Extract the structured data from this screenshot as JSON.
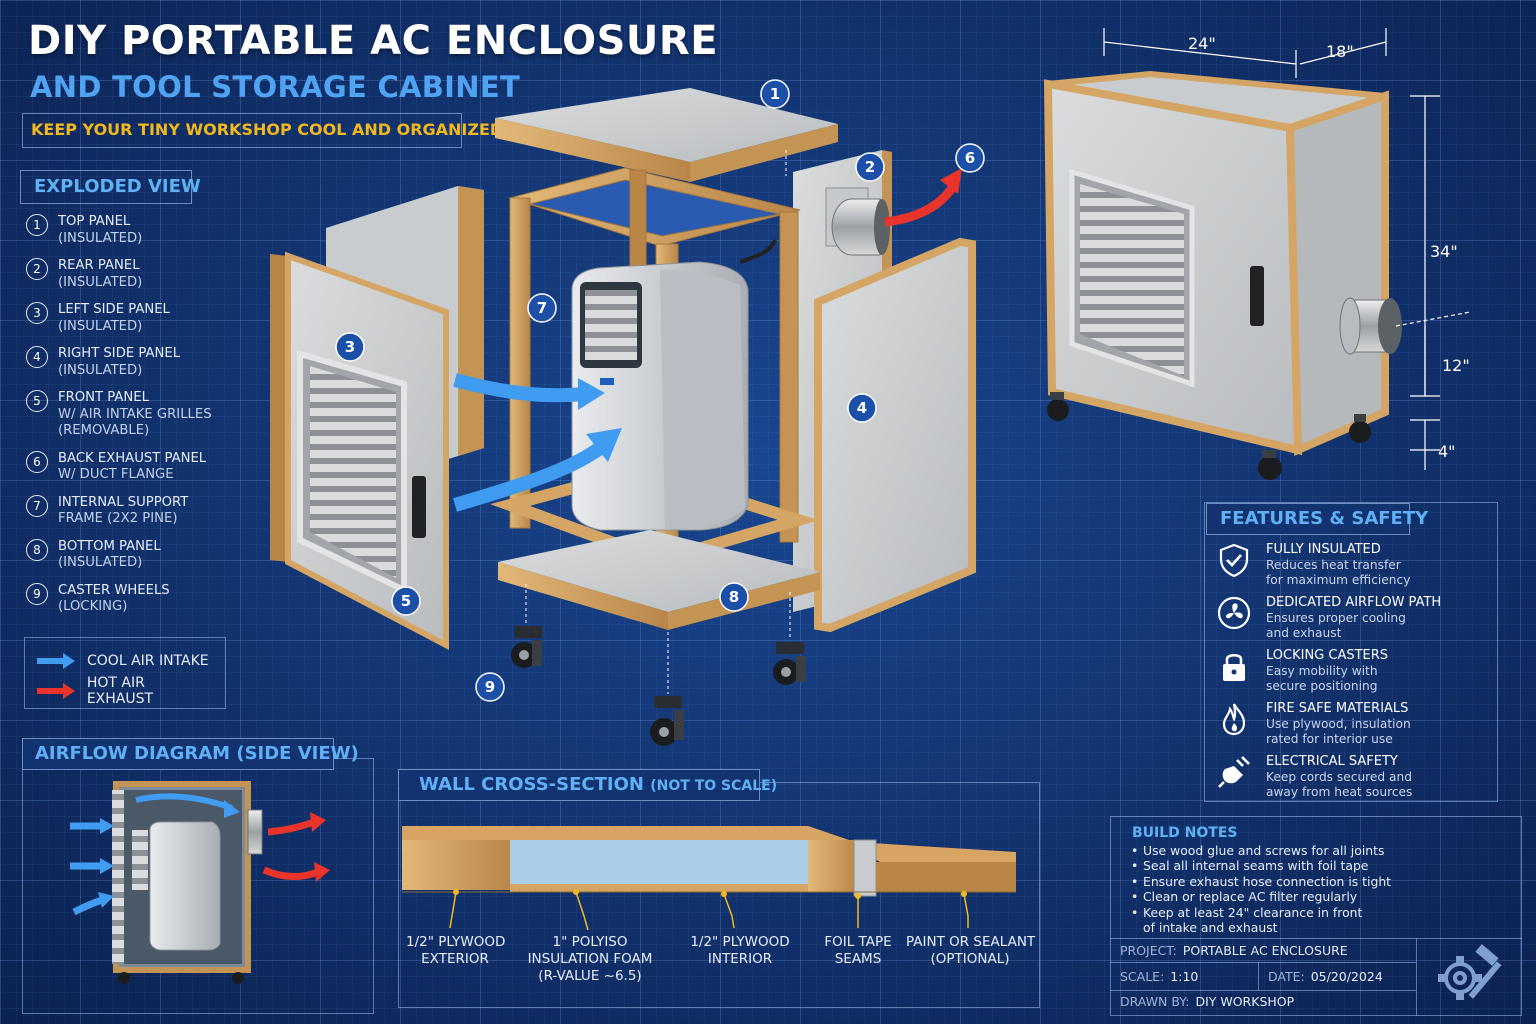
{
  "header": {
    "title": "DIY PORTABLE AC ENCLOSURE",
    "subtitle": "AND TOOL STORAGE CABINET",
    "tagline": "KEEP YOUR TINY WORKSHOP COOL AND ORGANIZED"
  },
  "exploded": {
    "heading": "EXPLODED VIEW",
    "parts": [
      {
        "num": "1",
        "name": "TOP PANEL",
        "note": "(INSULATED)"
      },
      {
        "num": "2",
        "name": "REAR PANEL",
        "note": "(INSULATED)"
      },
      {
        "num": "3",
        "name": "LEFT SIDE PANEL",
        "note": "(INSULATED)"
      },
      {
        "num": "4",
        "name": "RIGHT SIDE PANEL",
        "note": "(INSULATED)"
      },
      {
        "num": "5",
        "name": "FRONT PANEL",
        "name2": "W/ AIR INTAKE GRILLES",
        "note": "(REMOVABLE)"
      },
      {
        "num": "6",
        "name": "BACK EXHAUST PANEL",
        "note": "W/ DUCT FLANGE"
      },
      {
        "num": "7",
        "name": "INTERNAL SUPPORT",
        "note": "FRAME (2x2 PINE)"
      },
      {
        "num": "8",
        "name": "BOTTOM PANEL",
        "note": "(INSULATED)"
      },
      {
        "num": "9",
        "name": "CASTER WHEELS",
        "note": "(LOCKING)"
      }
    ],
    "callouts": [
      "1",
      "2",
      "3",
      "4",
      "5",
      "6",
      "7",
      "8",
      "9"
    ]
  },
  "arrow_legend": {
    "cool": "COOL AIR INTAKE",
    "hot": "HOT AIR EXHAUST",
    "cool_color": "#3f9cf0",
    "hot_color": "#e8342a"
  },
  "airflow": {
    "heading": "AIRFLOW DIAGRAM (SIDE VIEW)"
  },
  "wall": {
    "heading": "WALL CROSS-SECTION",
    "heading_note": "(NOT TO SCALE)",
    "layers": [
      {
        "l1": "1/2\" PLYWOOD",
        "l2": "EXTERIOR",
        "l3": ""
      },
      {
        "l1": "1\" POLYISO",
        "l2": "INSULATION FOAM",
        "l3": "(R-VALUE ~6.5)"
      },
      {
        "l1": "1/2\" PLYWOOD",
        "l2": "INTERIOR",
        "l3": ""
      },
      {
        "l1": "FOIL TAPE",
        "l2": "SEAMS",
        "l3": ""
      },
      {
        "l1": "PAINT OR SEALANT",
        "l2": "(OPTIONAL)",
        "l3": ""
      }
    ]
  },
  "dimensions": {
    "width": "24\"",
    "depth": "18\"",
    "height": "34\"",
    "duct_height": "12\"",
    "caster_height": "4\""
  },
  "features": {
    "heading": "FEATURES & SAFETY",
    "items": [
      {
        "icon": "shield-check-icon",
        "title": "FULLY INSULATED",
        "desc1": "Reduces heat transfer",
        "desc2": "for maximum efficiency"
      },
      {
        "icon": "fan-icon",
        "title": "DEDICATED AIRFLOW PATH",
        "desc1": "Ensures proper cooling",
        "desc2": "and exhaust"
      },
      {
        "icon": "lock-icon",
        "title": "LOCKING CASTERS",
        "desc1": "Easy mobility with",
        "desc2": "secure positioning"
      },
      {
        "icon": "flame-icon",
        "title": "FIRE SAFE MATERIALS",
        "desc1": "Use plywood, insulation",
        "desc2": "rated for interior use"
      },
      {
        "icon": "plug-icon",
        "title": "ELECTRICAL SAFETY",
        "desc1": "Keep cords secured and",
        "desc2": "away from heat sources"
      }
    ]
  },
  "build_notes": {
    "heading": "BUILD NOTES",
    "items": [
      "Use wood glue and screws for all joints",
      "Seal all internal seams with foil tape",
      "Ensure exhaust hose connection is tight",
      "Clean or replace AC filter regularly",
      "Keep at least 24\" clearance in front",
      "of intake and exhaust"
    ]
  },
  "title_block": {
    "project_label": "PROJECT:",
    "project": "PORTABLE AC ENCLOSURE",
    "scale_label": "SCALE:",
    "scale": "1:10",
    "date_label": "DATE:",
    "date": "05/20/2024",
    "drawn_label": "DRAWN BY:",
    "drawn": "DIY WORKSHOP"
  },
  "colors": {
    "accent": "#5fb0f5",
    "tagline": "#f2b81e",
    "wood": "#d4a565",
    "panel": "#cfd2d4",
    "callout": "#1b4fa8"
  }
}
